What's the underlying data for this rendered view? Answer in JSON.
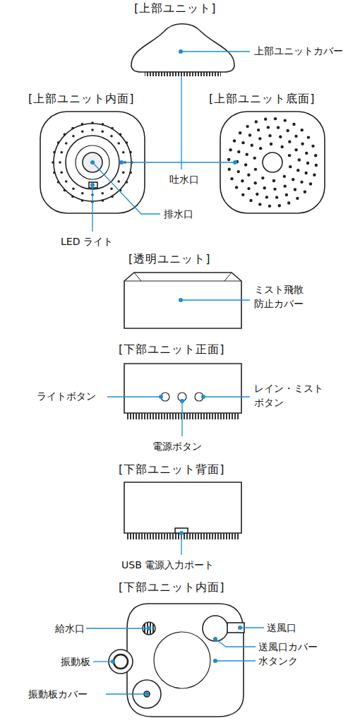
{
  "diagram": {
    "labels": [
      "[上部ユニット]",
      "上部ユニットカバー",
      "[上部ユニット内面]",
      "[上部ユニット底面]",
      "吐水口",
      "排水口",
      "LED ライト",
      "[透明ユニット]",
      "ミスト飛散 防止カバー",
      "[下部ユニット正面]",
      "ライトボタン",
      "レイン・ミスト ボタン",
      "電源ボタン",
      "[下部ユニット背面]",
      "USB 電源入力ポート",
      "[下部ユニット内面]",
      "給水口",
      "送風口",
      "送風口カバー 水タンク",
      "振動板",
      "振動板カバー"
    ]
  }
}
